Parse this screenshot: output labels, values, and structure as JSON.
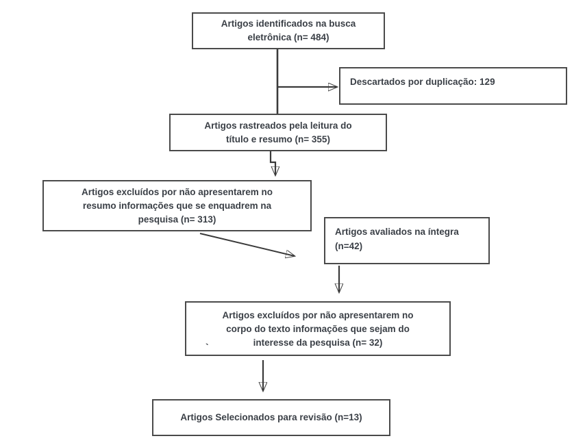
{
  "diagram": {
    "type": "flowchart",
    "language": "pt-BR",
    "description": "Article selection flow diagram (PRISMA-style) for a systematic review",
    "colors": {
      "text": "#3a3f46",
      "border": "#4a4a4a",
      "arrow": "#3a3a3a",
      "background": "#ffffff"
    },
    "nodes": {
      "identified": {
        "lines": [
          "Artigos identificados na busca",
          "eletrônica (n= 484)"
        ],
        "n": 484
      },
      "duplicates": {
        "lines": [
          "Descartados por duplicação: 129"
        ],
        "n": 129
      },
      "screened": {
        "lines": [
          "Artigos rastreados pela leitura do",
          "título e resumo (n= 355)"
        ],
        "n": 355
      },
      "excluded_abstract": {
        "lines": [
          "Artigos excluídos por não apresentarem no",
          "resumo informações que se enquadrem na",
          "pesquisa (n= 313)"
        ],
        "n": 313
      },
      "fulltext": {
        "lines": [
          "Artigos avaliados na íntegra",
          "(n=42)"
        ],
        "n": 42
      },
      "excluded_fulltext": {
        "lines": [
          "Artigos excluídos por não apresentarem no",
          "corpo do texto informações que sejam do",
          "interesse da pesquisa (n= 32)"
        ],
        "stray_mark": "`",
        "n": 32
      },
      "selected": {
        "lines": [
          "Artigos Selecionados para revisão (n=13)"
        ],
        "n": 13
      }
    },
    "edges": [
      {
        "from": "identified",
        "to": "screened",
        "arrowhead": false
      },
      {
        "from": "identified",
        "to": "duplicates",
        "arrowhead": true
      },
      {
        "from": "screened",
        "to": "excluded_abstract",
        "arrowhead": true
      },
      {
        "from": "excluded_abstract",
        "to": "fulltext",
        "arrowhead": true
      },
      {
        "from": "fulltext",
        "to": "excluded_fulltext",
        "arrowhead": true
      },
      {
        "from": "excluded_fulltext",
        "to": "selected",
        "arrowhead": true
      }
    ]
  }
}
